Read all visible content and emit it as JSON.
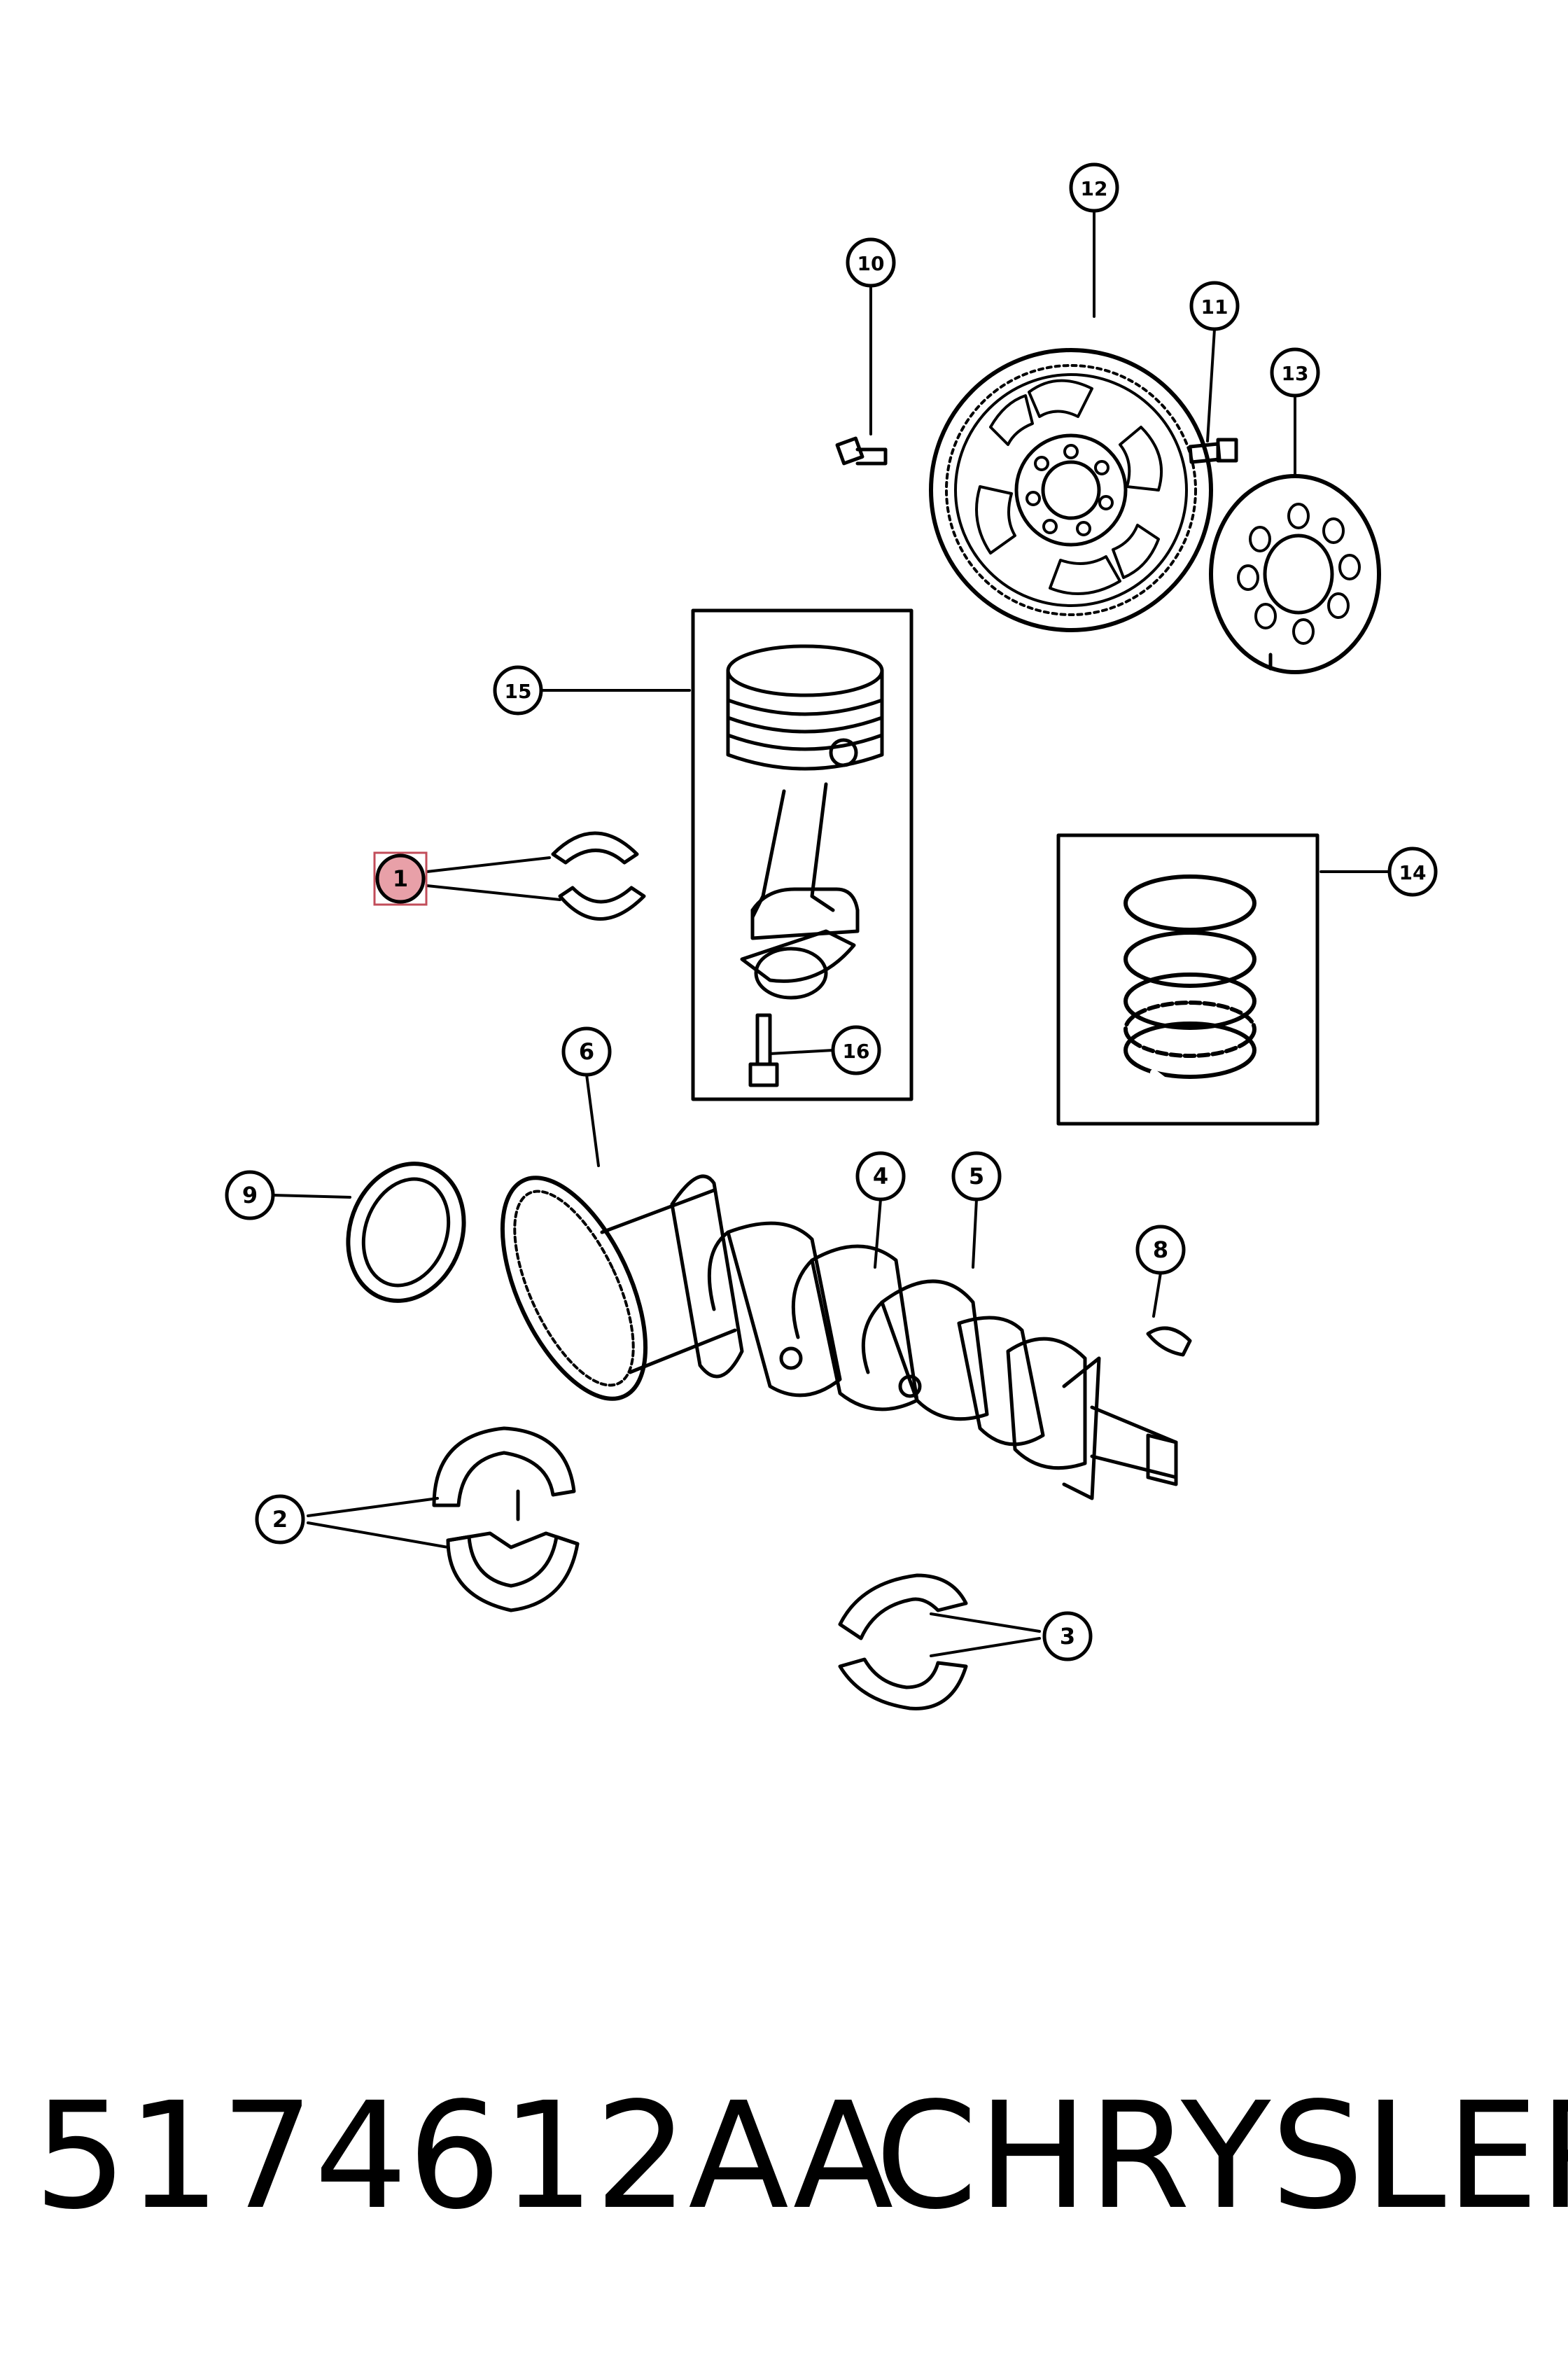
{
  "callouts": [
    {
      "id": "1",
      "label": "1"
    },
    {
      "id": "2",
      "label": "2"
    },
    {
      "id": "3",
      "label": "3"
    },
    {
      "id": "4",
      "label": "4"
    },
    {
      "id": "5",
      "label": "5"
    },
    {
      "id": "6",
      "label": "6"
    },
    {
      "id": "8",
      "label": "8"
    },
    {
      "id": "9",
      "label": "9"
    },
    {
      "id": "10",
      "label": "10"
    },
    {
      "id": "11",
      "label": "11"
    },
    {
      "id": "12",
      "label": "12"
    },
    {
      "id": "13",
      "label": "13"
    },
    {
      "id": "14",
      "label": "14"
    },
    {
      "id": "15",
      "label": "15"
    },
    {
      "id": "16",
      "label": "16"
    }
  ],
  "highlighted_callout": "1",
  "highlight_color": "#e8a0a8",
  "footer": {
    "part_number": "5174612AA",
    "brand": "CHRYSLER"
  }
}
